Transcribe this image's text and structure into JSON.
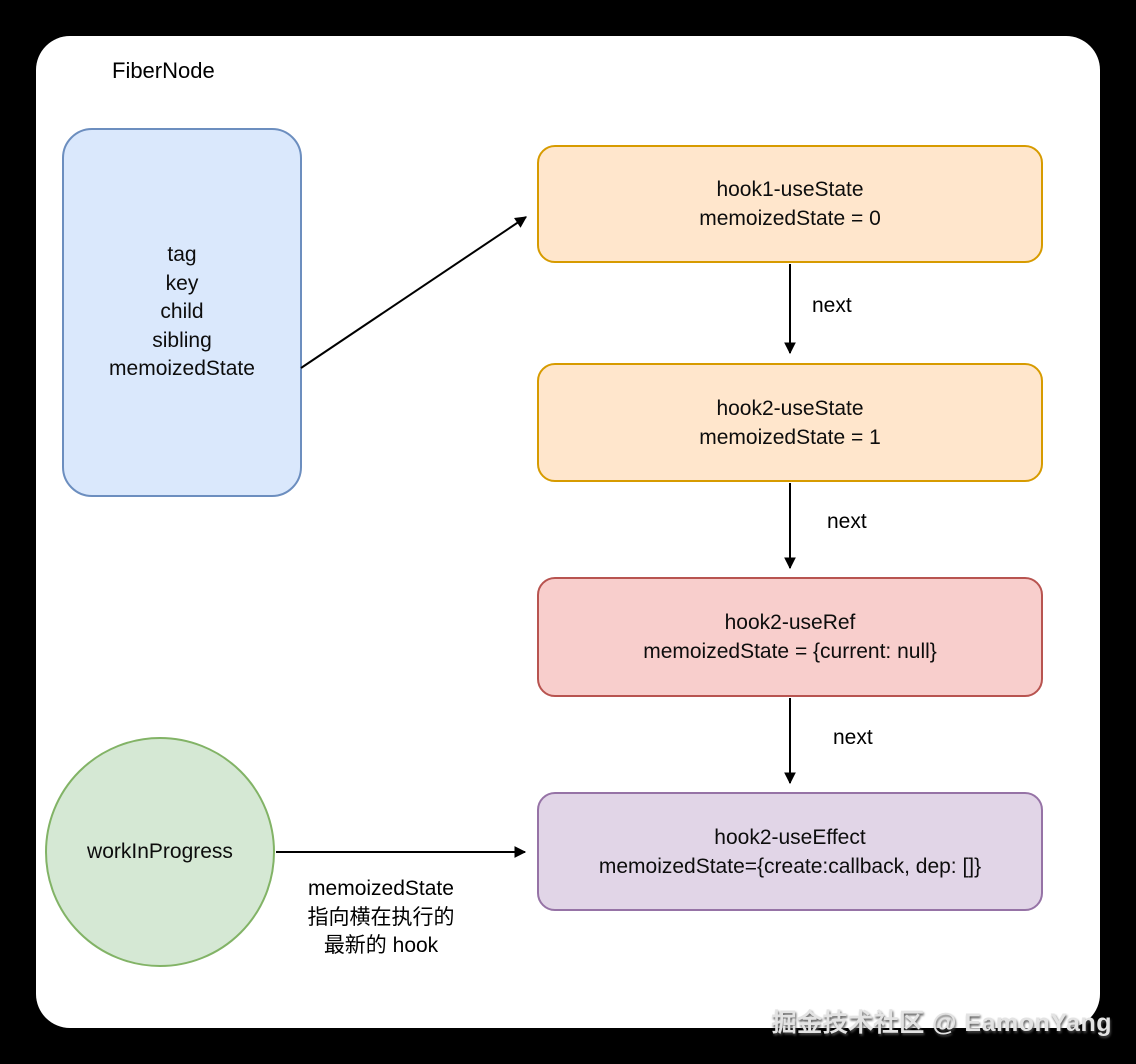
{
  "diagram": {
    "title": "FiberNode",
    "fiber_node": {
      "fields": [
        "tag",
        "key",
        "child",
        "sibling",
        "memoizedState"
      ],
      "fill": "#dae8fc",
      "stroke": "#6c8ebf"
    },
    "hooks": [
      {
        "name": "hook1-useState",
        "state": "memoizedState = 0",
        "fill": "#ffe6cc",
        "stroke": "#d79b00"
      },
      {
        "name": "hook2-useState",
        "state": "memoizedState = 1",
        "fill": "#ffe6cc",
        "stroke": "#d79b00"
      },
      {
        "name": "hook2-useRef",
        "state": "memoizedState = {current: null}",
        "fill": "#f8cecc",
        "stroke": "#b85450"
      },
      {
        "name": "hook2-useEffect",
        "state": "memoizedState={create:callback, dep: []}",
        "fill": "#e1d5e7",
        "stroke": "#9673a6"
      }
    ],
    "edge_label": "next",
    "work_in_progress": {
      "label": "workInProgress",
      "fill": "#d5e8d4",
      "stroke": "#82b366"
    },
    "annotation": {
      "line1": "memoizedState",
      "line2": "指向横在执行的",
      "line3": "最新的 hook"
    },
    "watermark": "掘金技术社区 @ EamonYang",
    "colors": {
      "canvas_background": "#000000",
      "card_background": "#ffffff",
      "arrow": "#000000"
    }
  }
}
